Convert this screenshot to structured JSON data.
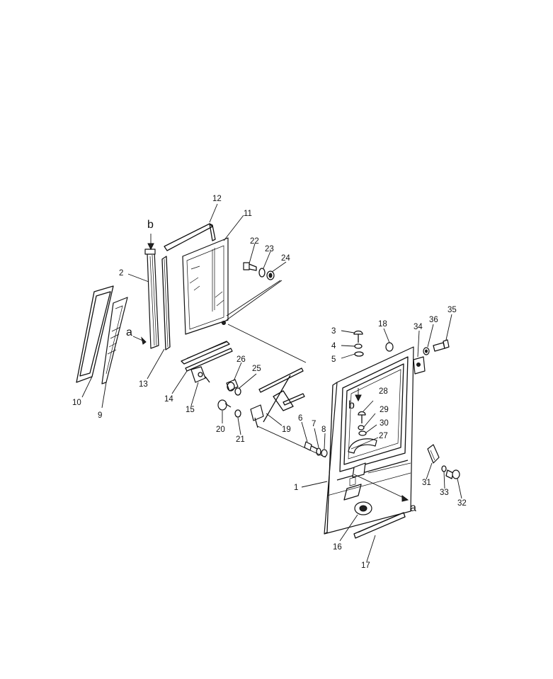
{
  "labels": {
    "p1": "1",
    "p2": "2",
    "p3": "3",
    "p4": "4",
    "p5": "5",
    "p6": "6",
    "p7": "7",
    "p8": "8",
    "p9": "9",
    "p10": "10",
    "p11": "11",
    "p12": "12",
    "p13": "13",
    "p14": "14",
    "p15": "15",
    "p16": "16",
    "p17": "17",
    "p18": "18",
    "p19": "19",
    "p20": "20",
    "p21": "21",
    "p22": "22",
    "p23": "23",
    "p24": "24",
    "p25": "25",
    "p26": "26",
    "p27": "27",
    "p28": "28",
    "p29": "29",
    "p30": "30",
    "p31": "31",
    "p32": "32",
    "p33": "33",
    "p34": "34",
    "p35": "35",
    "p36": "36"
  },
  "markers": {
    "a": "a",
    "b": "b"
  }
}
